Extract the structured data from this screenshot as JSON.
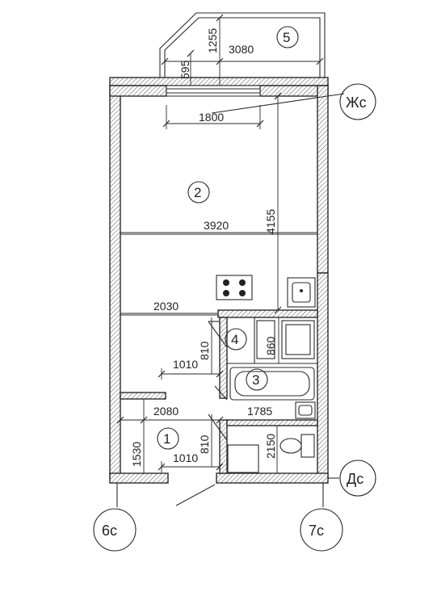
{
  "dimensions": {
    "balcony_depth": "1255",
    "balcony_length": "3080",
    "balcony_small": "595",
    "window_width": "1800",
    "room_width": "3920",
    "room_length": "4155",
    "kitchen_width": "2030",
    "hall_width": "2080",
    "bath_width": "1785",
    "door_1010_upper": "1010",
    "door_810_upper": "810",
    "door_1010_lower": "1010",
    "door_810_lower": "810",
    "cabinet_860": "860",
    "hall_1530": "1530",
    "wc_2150": "2150"
  },
  "rooms": {
    "r1": "1",
    "r2": "2",
    "r3": "3",
    "r4": "4",
    "r5": "5"
  },
  "axes": {
    "zh": "Жс",
    "d": "Дс",
    "six": "6с",
    "seven": "7с"
  }
}
